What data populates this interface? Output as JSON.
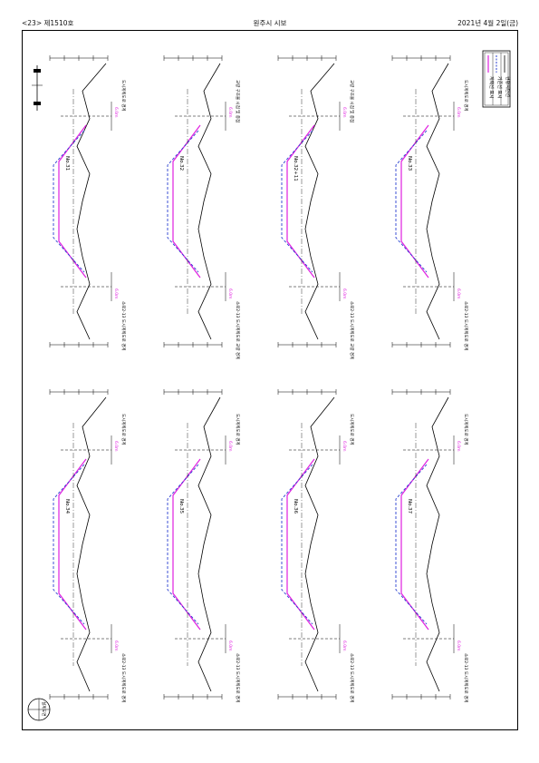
{
  "header": {
    "issue_no": "<23> 제1510호",
    "publication": "원주시 시보",
    "date": "2021년 4월 2일(금)"
  },
  "colors": {
    "planned": "#e020e0",
    "existing_dashed": "#2a3fd0",
    "ground": "#000000"
  },
  "legend": {
    "rows": [
      "계획선 표시",
      "기존선 표시",
      "현황지반선"
    ]
  },
  "stamp": {
    "label": "설계도면"
  },
  "sections": [
    {
      "id": "No.31",
      "annotation_left": "도시계획도로 경계",
      "annotation_right": "소로2-13 도시계획도로 경계",
      "dim_left": "6.0m",
      "dim_right": "6.0m"
    },
    {
      "id": "No.32",
      "annotation_left": "교량 구조물 시점 및 종점",
      "annotation_right": "소로2-13 도시계획도로 교량 경계",
      "dim_left": "6.0m",
      "dim_right": "6.0m"
    },
    {
      "id": "No.32+11",
      "annotation_left": "교량 구조물 시점 및 종점",
      "annotation_right": "소로2-13 도시계획도로 교량 경계",
      "dim_left": "6.0m",
      "dim_right": "6.0m"
    },
    {
      "id": "No.33",
      "annotation_left": "도시계획도로 경계",
      "annotation_right": "소로2-13 도시계획도로 경계",
      "dim_left": "6.0m",
      "dim_right": "6.0m"
    },
    {
      "id": "No.34",
      "annotation_left": "도시계획도로 경계",
      "annotation_right": "소로2-13 도시계획도로 경계",
      "dim_left": "6.0m",
      "dim_right": "6.0m"
    },
    {
      "id": "No.35",
      "annotation_left": "도시계획도로 경계",
      "annotation_right": "소로2-13 도시계획도로 경계",
      "dim_left": "6.0m",
      "dim_right": "6.0m"
    },
    {
      "id": "No.36",
      "annotation_left": "도시계획도로 경계",
      "annotation_right": "소로2-13 도시계획도로 경계",
      "dim_left": "6.0m",
      "dim_right": "6.0m"
    },
    {
      "id": "No.37",
      "annotation_left": "도시계획도로 경계",
      "annotation_right": "소로2-13 도시계획도로 경계",
      "dim_left": "6.0m",
      "dim_right": "6.0m"
    }
  ]
}
